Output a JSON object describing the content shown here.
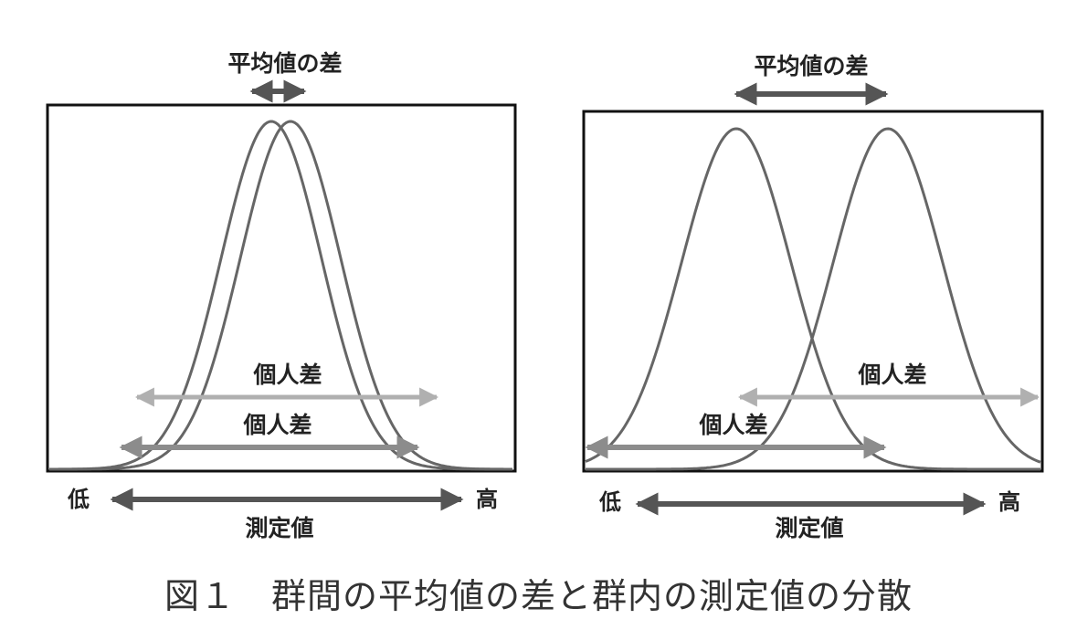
{
  "panels": [
    {
      "mean_difference_label": "平均値の差",
      "individual_difference_upper": "個人差",
      "individual_difference_lower": "個人差",
      "axis_low": "低",
      "axis_high": "高",
      "axis_label": "測定値"
    },
    {
      "mean_difference_label": "平均値の差",
      "individual_difference_upper": "個人差",
      "individual_difference_lower": "個人差",
      "axis_low": "低",
      "axis_high": "高",
      "axis_label": "測定値"
    }
  ],
  "caption": "図１　群間の平均値の差と群内の測定値の分散",
  "colors": {
    "curve": "#666666",
    "dark_arrow": "#555555",
    "mid_arrow": "#8c8c8c",
    "light_arrow": "#b0b0b0",
    "frame": "#111111"
  }
}
